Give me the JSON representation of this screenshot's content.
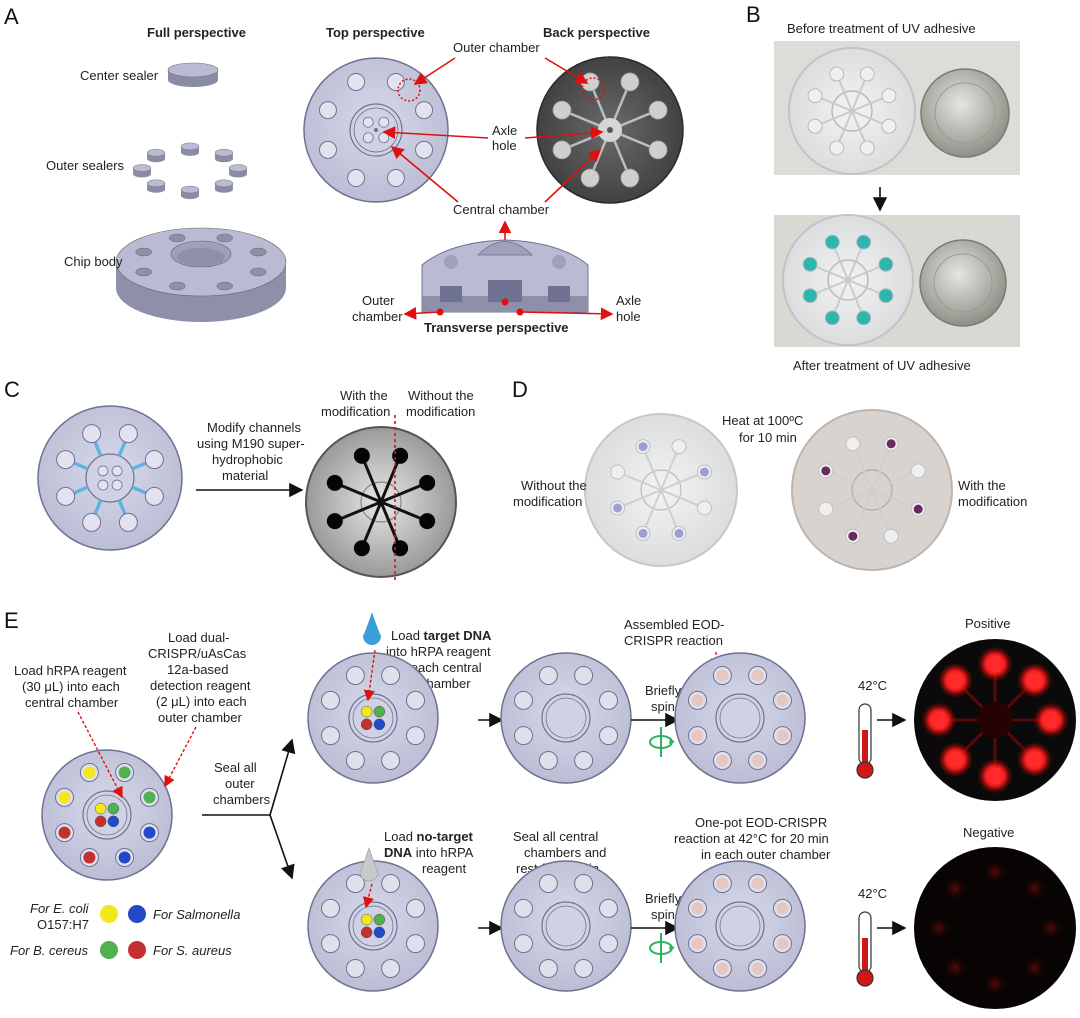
{
  "panels": {
    "A": {
      "letter": "A",
      "full_perspective": "Full perspective",
      "top_perspective": "Top perspective",
      "back_perspective": "Back perspective",
      "center_sealer": "Center sealer",
      "outer_sealers": "Outer sealers",
      "chip_body": "Chip body",
      "outer_chamber": "Outer chamber",
      "axle_hole_1": "Axle",
      "axle_hole_2": "hole",
      "central_chamber": "Central chamber",
      "outer_chamber_1": "Outer",
      "outer_chamber_2": "chamber",
      "axle_hole_b1": "Axle",
      "axle_hole_b2": "hole",
      "transverse_perspective": "Transverse perspective"
    },
    "B": {
      "letter": "B",
      "before": "Before treatment of UV adhesive",
      "after": "After treatment of UV adhesive"
    },
    "C": {
      "letter": "C",
      "modify_1": "Modify channels",
      "modify_2": "using M190 super-",
      "modify_3": "hydrophobic",
      "modify_4": "material",
      "with_1": "With the",
      "with_2": "modification",
      "without_1": "Without the",
      "without_2": "modification"
    },
    "D": {
      "letter": "D",
      "heat_1": "Heat at 100ºC",
      "heat_2": "for 10 min",
      "without_1": "Without the",
      "without_2": "modification",
      "with_1": "With the",
      "with_2": "modification"
    },
    "E": {
      "letter": "E",
      "load_hrpa_1": "Load hRPA reagent",
      "load_hrpa_2": "(30 μL) into each",
      "load_hrpa_3": "central chamber",
      "load_dual_1": "Load dual-",
      "load_dual_2": "CRISPR/uAsCas",
      "load_dual_3": "12a-based",
      "load_dual_4": "detection reagent",
      "load_dual_5": "(2 μL) into each",
      "load_dual_6": "outer chamber",
      "seal_outer_1": "Seal all",
      "seal_outer_2": "outer",
      "seal_outer_3": "chambers",
      "load_target_1a": "Load ",
      "load_target_1b": "target DNA",
      "load_target_2": "into hRPA reagent",
      "load_target_3": "for each central",
      "load_target_4": "chamber",
      "load_notarget_1a": "Load ",
      "load_notarget_1b": "no-target",
      "load_notarget_2a": "DNA",
      "load_notarget_2b": " into hRPA",
      "load_notarget_3": "reagent",
      "seal_central_1": "Seal all central",
      "seal_central_2": "chambers and",
      "seal_central_3": "rest for 10 min",
      "briefly": "Briefly",
      "spin": "spin",
      "assembled_1": "Assembled EOD-",
      "assembled_2": "CRISPR reaction",
      "onepot_1": "One-pot EOD-CRISPR",
      "onepot_2": "reaction at 42°C for 20 min",
      "onepot_3": "in each outer chamber",
      "temp": "42°C",
      "positive": "Positive",
      "negative": "Negative",
      "legend": {
        "ecoli_1": "For E. coli",
        "ecoli_2": "O157:H7",
        "salmonella": "For Salmonella",
        "bcereus": "For B. cereus",
        "saureus": "For S. aureus"
      }
    }
  },
  "colors": {
    "chip": "#c6c8dd",
    "chip_edge": "#8a8ca6",
    "arrow_red": "#e01010",
    "yellow": "#f4e61f",
    "blue": "#2348c8",
    "green": "#4fb14f",
    "red": "#c23030",
    "pink_chamber": "#e6c6c0",
    "glow": "#ff2a2a",
    "spin_green": "#2db35d"
  }
}
